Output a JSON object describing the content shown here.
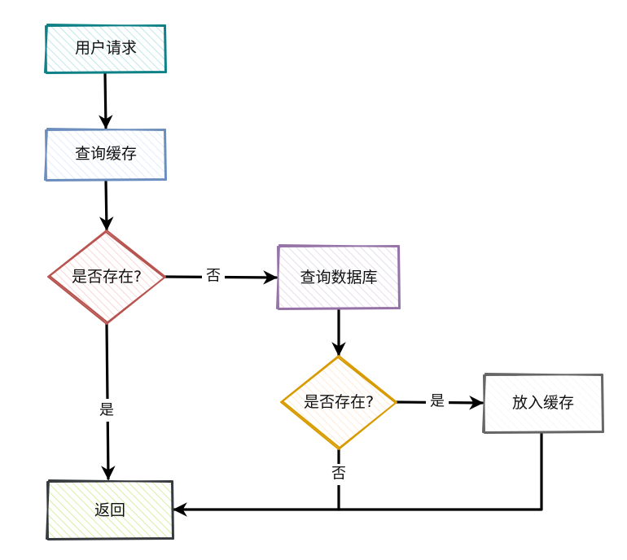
{
  "nodes": {
    "user_request": {
      "label": "用户请求",
      "stroke": "#0e8088",
      "fill": "#b0e3e6"
    },
    "query_cache": {
      "label": "查询缓存",
      "stroke": "#6c8ebf",
      "fill": "#dae8fc"
    },
    "exists_1": {
      "label": "是否存在?",
      "stroke": "#b85450",
      "fill": "#f8cecc"
    },
    "query_db": {
      "label": "查询数据库",
      "stroke": "#9673a6",
      "fill": "#e1d5e7"
    },
    "exists_2": {
      "label": "是否存在?",
      "stroke": "#d79b00",
      "fill": "#ffe6cc"
    },
    "put_cache": {
      "label": "放入缓存",
      "stroke": "#666666",
      "fill": "#f5f5f5"
    },
    "return": {
      "label": "返回",
      "stroke": "#36393d",
      "fill": "#cdeb8b"
    }
  },
  "edges": {
    "exists1_no": "否",
    "exists1_yes": "是",
    "exists2_yes": "是",
    "exists2_no": "否"
  }
}
